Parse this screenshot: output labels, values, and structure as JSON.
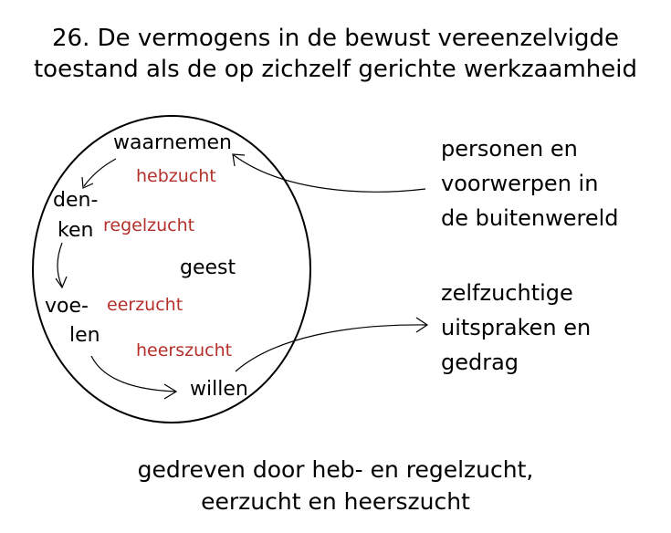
{
  "title": {
    "line1": "26. De vermogens in de bewust vereenzelvigde",
    "line2": "toestand als de op zichzelf gerichte werkzaamheid"
  },
  "circle": {
    "faculties": {
      "waarnemen": "waarnemen",
      "denken_1": "den-",
      "denken_2": "ken",
      "voelen_1": "voe-",
      "voelen_2": "len",
      "willen": "willen"
    },
    "center": "geest",
    "urges": {
      "hebzucht": "hebzucht",
      "regelzucht": "regelzucht",
      "eerzucht": "eerzucht",
      "heerszucht": "heerszucht"
    }
  },
  "outside": {
    "input": [
      "personen en",
      "voorwerpen in",
      "de buitenwereld"
    ],
    "output": [
      "zelfzuchtige",
      "uitspraken en",
      "gedrag"
    ]
  },
  "footer": {
    "line1": "gedreven door heb- en regelzucht,",
    "line2": "eerzucht en heerszucht"
  },
  "colors": {
    "urge_text": "#b5302a",
    "line": "#000000"
  }
}
